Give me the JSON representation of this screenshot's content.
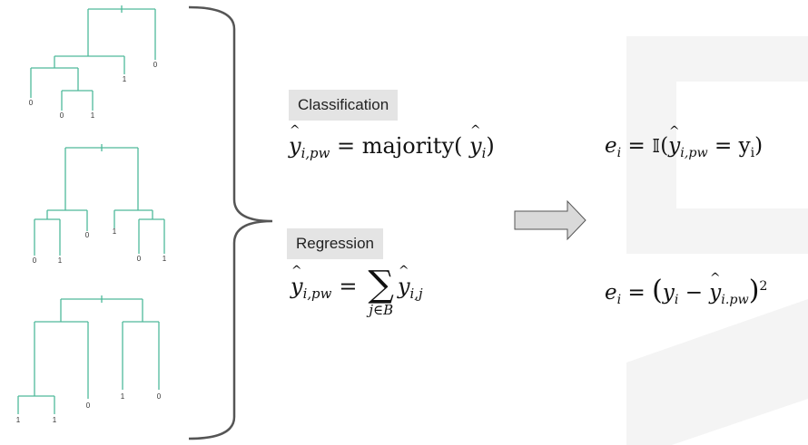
{
  "labels": {
    "classification": "Classification",
    "regression": "Regression"
  },
  "equations": {
    "class_lhs_base": "y",
    "class_lhs_sub": "i,pw",
    "class_eq": "=",
    "class_func": "majority(",
    "class_arg_base": "y",
    "class_arg_sub": "i",
    "class_close": ")",
    "reg_lhs_base": "y",
    "reg_lhs_sub": "i,pw",
    "reg_eq": "=",
    "reg_sum": "∑",
    "reg_sum_index": "j∈B",
    "reg_term_base": "y",
    "reg_term_sub": "i,j",
    "err_class_lhs": "e",
    "err_class_lhs_sub": "i",
    "err_class_eq": "=",
    "err_class_indicator": "𝕀",
    "err_class_open": "(",
    "err_class_inner_base": "y",
    "err_class_inner_sub": "i,pw",
    "err_class_inner_eq": "=",
    "err_class_target": "y",
    "err_class_target_sub": "i",
    "err_class_close": ")",
    "err_reg_lhs": "e",
    "err_reg_lhs_sub": "i",
    "err_reg_eq": "=",
    "err_reg_open": "(",
    "err_reg_y": "y",
    "err_reg_y_sub": "i",
    "err_reg_minus": "−",
    "err_reg_yhat": "y",
    "err_reg_yhat_sub": "i.pw",
    "err_reg_close": ")",
    "err_reg_pow": "2"
  },
  "trees": [
    {
      "leaves": [
        "0",
        "1",
        "0",
        "0",
        "1"
      ]
    },
    {
      "leaves": [
        "0",
        "0",
        "1",
        "1",
        "0",
        "1"
      ]
    },
    {
      "leaves": [
        "1",
        "1",
        "0",
        "1",
        "0"
      ]
    }
  ],
  "colors": {
    "tree_lines": "#4fb99a",
    "brace": "#555555",
    "arrow_fill": "#d9d9d9",
    "arrow_stroke": "#555555",
    "label_bg": "#e4e4e4"
  }
}
